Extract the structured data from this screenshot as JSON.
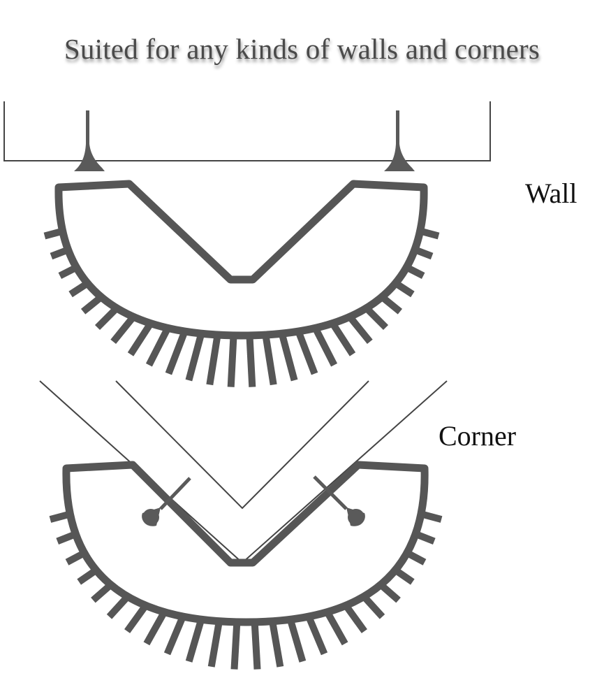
{
  "headline": "Suited for any kinds of walls and corners",
  "labels": {
    "wall": "Wall",
    "corner": "Corner"
  },
  "colors": {
    "shape": "#565656",
    "line": "#444444",
    "text": "#111111",
    "headline": "#4a4a4a"
  },
  "wall_brush": {
    "bristle_count": 26
  },
  "corner_brush": {
    "bristle_count": 24
  }
}
